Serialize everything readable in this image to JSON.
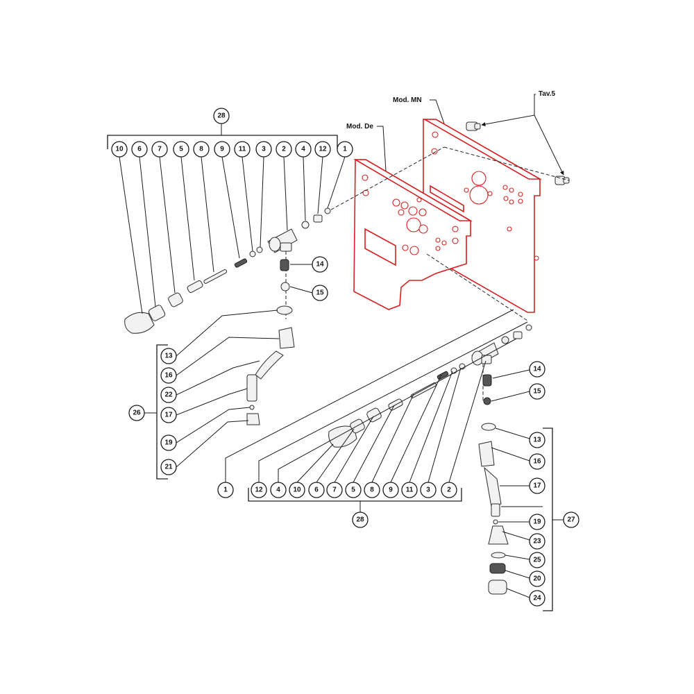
{
  "labels": {
    "mod_mn": "Mod. MN",
    "mod_de": "Mod. De",
    "tav5": "Tav.5"
  },
  "group_left": {
    "assembly": "28",
    "parts": [
      "10",
      "6",
      "7",
      "5",
      "8",
      "9",
      "11",
      "3",
      "2",
      "4",
      "12",
      "1"
    ]
  },
  "group_right": {
    "assembly": "28",
    "parts": [
      "1",
      "12",
      "4",
      "10",
      "6",
      "7",
      "5",
      "8",
      "9",
      "11",
      "3",
      "2"
    ]
  },
  "wand_left": {
    "assembly": "26",
    "parts": [
      "13",
      "16",
      "22",
      "17",
      "19",
      "21"
    ]
  },
  "wand_right": {
    "assembly": "27",
    "parts": [
      "13",
      "16",
      "17",
      "19",
      "23",
      "25",
      "20",
      "24"
    ]
  },
  "misc_left": [
    "14",
    "15"
  ],
  "misc_right": [
    "14",
    "15"
  ],
  "colors": {
    "panel_outline": "#d42020",
    "line": "#1a1a1a"
  }
}
